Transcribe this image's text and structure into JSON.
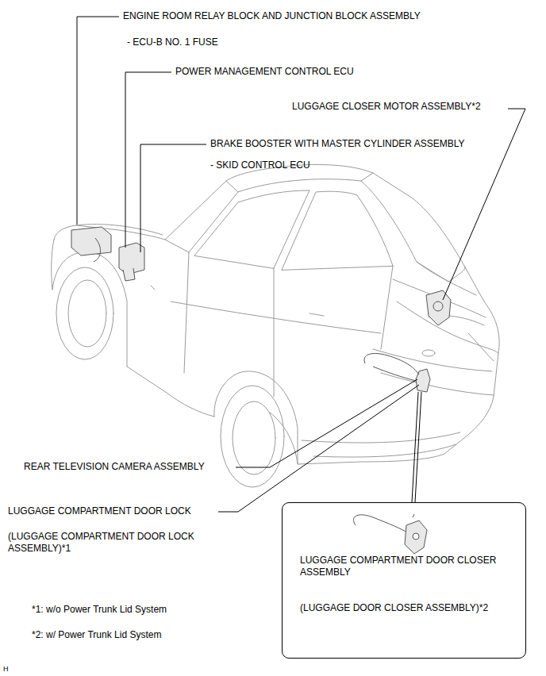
{
  "diagram": {
    "nodes": [
      {
        "text": [
          "LUGGAGE COMPARTMENT DOOR CLOSER ASSEMBLY",
          "(LUGGAGE DOOR CLOSER ASSEMBLY)*2"
        ]
      }
    ],
    "labels": [
      "ENGINE ROOM RELAY BLOCK AND JUNCTION BLOCK ASSEMBLY",
      "- ECU-B NO. 1 FUSE",
      "POWER MANAGEMENT CONTROL ECU",
      "LUGGAGE CLOSER MOTOR ASSEMBLY*2",
      "BRAKE BOOSTER WITH MASTER CYLINDER ASSEMBLY",
      "- SKID CONTROL ECU",
      "REAR TELEVISION CAMERA ASSEMBLY",
      "LUGGAGE COMPARTMENT DOOR LOCK",
      "(LUGGAGE COMPARTMENT DOOR LOCK ASSEMBLY)*1",
      "*1: w/o Power Trunk Lid System",
      "*2: w/ Power Trunk Lid System",
      "H"
    ]
  }
}
